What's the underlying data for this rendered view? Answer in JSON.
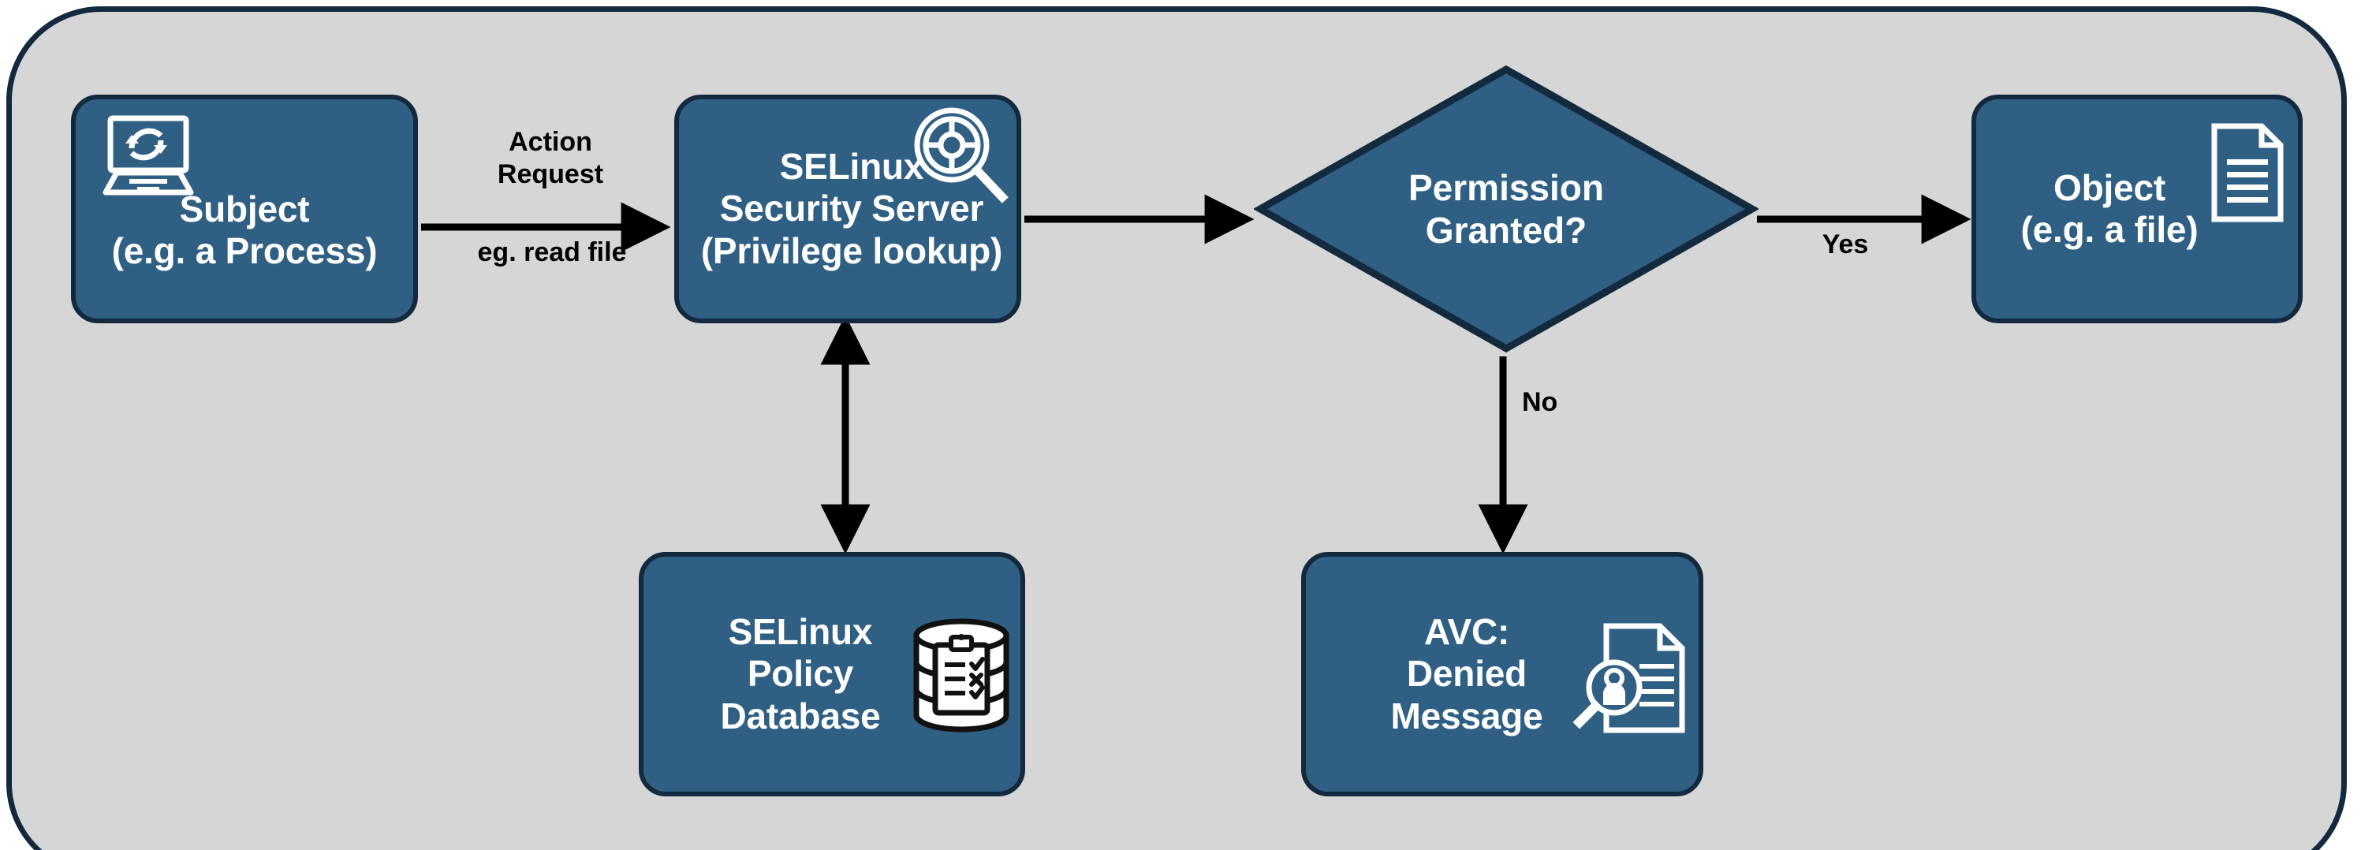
{
  "diagram": {
    "title": "SELinux access decision flow",
    "canvas": {
      "background": "#ffffff",
      "panel_fill": "#d6d6d6",
      "panel_border": "#13293d"
    },
    "palette": {
      "node_fill": "#2f6083",
      "node_border": "#13293d",
      "node_text": "#ffffff",
      "edge_color": "#000000",
      "label_text": "#000000"
    },
    "nodes": [
      {
        "id": "subject",
        "shape": "rounded-rect",
        "icon": "laptop-sync-icon",
        "lines": [
          "Subject",
          "(e.g. a Process)"
        ]
      },
      {
        "id": "security-server",
        "shape": "rounded-rect",
        "icon": "magnifier-target-icon",
        "lines": [
          "SELinux",
          "Security Server",
          "(Privilege lookup)"
        ]
      },
      {
        "id": "decision",
        "shape": "diamond",
        "icon": null,
        "lines": [
          "Permission",
          "Granted?"
        ]
      },
      {
        "id": "object",
        "shape": "rounded-rect",
        "icon": "document-icon",
        "lines": [
          "Object",
          "(e.g. a file)"
        ]
      },
      {
        "id": "policy-database",
        "shape": "rounded-rect",
        "icon": "database-clipboard-icon",
        "lines": [
          "SELinux",
          "Policy",
          "Database"
        ]
      },
      {
        "id": "avc-denied",
        "shape": "rounded-rect",
        "icon": "document-person-magnifier-icon",
        "lines": [
          "AVC:",
          "Denied",
          "Message"
        ]
      }
    ],
    "edges": [
      {
        "id": "subject-to-server",
        "from": "subject",
        "to": "security-server",
        "arrow": "single",
        "label_above": "Action\nRequest",
        "label_below": "eg. read file"
      },
      {
        "id": "server-to-decision",
        "from": "security-server",
        "to": "decision",
        "arrow": "single",
        "label_above": "",
        "label_below": ""
      },
      {
        "id": "decision-to-object",
        "from": "decision",
        "to": "object",
        "arrow": "single",
        "label_below": "Yes"
      },
      {
        "id": "decision-to-avc",
        "from": "decision",
        "to": "avc-denied",
        "arrow": "single",
        "label_side": "No"
      },
      {
        "id": "server-policy-db",
        "from": "security-server",
        "to": "policy-database",
        "arrow": "double",
        "label_side": ""
      }
    ],
    "labels": {
      "action_request": "Action\nRequest",
      "read_file": "eg. read file",
      "yes": "Yes",
      "no": "No"
    },
    "node_text": {
      "subject_l1": "Subject",
      "subject_l2": "(e.g. a Process)",
      "server_l1": "SELinux",
      "server_l2": "Security Server",
      "server_l3": "(Privilege lookup)",
      "decision_l1": "Permission",
      "decision_l2": "Granted?",
      "object_l1": "Object",
      "object_l2": "(e.g. a file)",
      "policydb_l1": "SELinux",
      "policydb_l2": "Policy",
      "policydb_l3": "Database",
      "avc_l1": "AVC:",
      "avc_l2": "Denied",
      "avc_l3": "Message"
    }
  }
}
